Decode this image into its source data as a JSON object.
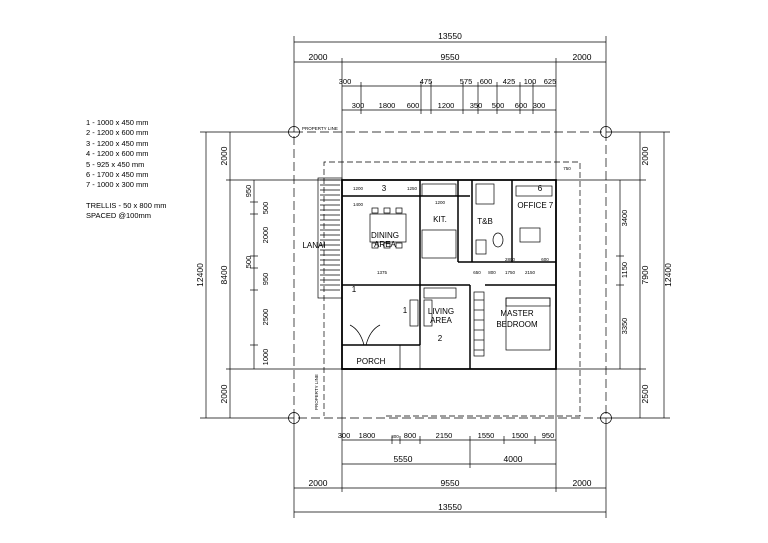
{
  "legend": {
    "windows": [
      "1 - 1000 x 450 mm",
      "2 - 1200 x 600 mm",
      "3 - 1200 x 450 mm",
      "4 - 1200 x 600 mm",
      "5 - 925 x 450 mm",
      "6 - 1700 x 450 mm",
      "7 - 1000 x 300 mm"
    ],
    "trellis_line1": "TRELLIS - 50 x 800 mm",
    "trellis_line2": "SPACED @100mm"
  },
  "property_line": "PROPERTY LINE",
  "rooms": {
    "dining": [
      "DINING",
      "AREA"
    ],
    "kitchen": "KIT.",
    "tb": "T&B",
    "office": "OFFICE",
    "lanai": "LANAI",
    "living": [
      "LIVING",
      "AREA"
    ],
    "master": [
      "MASTER",
      "BEDROOM"
    ],
    "porch": "PORCH"
  },
  "window_tags": {
    "w3": "3",
    "w6": "6",
    "w7": "7",
    "w1a": "1",
    "w1b": "1",
    "w2": "2"
  },
  "dimensions": {
    "top_overall": "13550",
    "top_row1": [
      "2000",
      "9550",
      "2000"
    ],
    "top_row2": [
      "300",
      "475",
      "575",
      "600",
      "425",
      "100",
      "625"
    ],
    "top_row3": [
      "300",
      "1800",
      "600",
      "1200",
      "350",
      "500",
      "600",
      "300"
    ],
    "bottom_row1": [
      "300",
      "1800",
      "300",
      "800",
      "2150",
      "1550",
      "1500",
      "950"
    ],
    "bottom_row2": [
      "5550",
      "4000"
    ],
    "bottom_row3": [
      "2000",
      "9550",
      "2000"
    ],
    "bottom_overall": "13550",
    "left_overall": "12400",
    "left_row1": [
      "2000",
      "8400",
      "2000"
    ],
    "left_row2": [
      "950",
      "500",
      "2000",
      "500",
      "950",
      "2500",
      "1000"
    ],
    "right_overall": "12400",
    "right_row1": [
      "2000",
      "7900",
      "2500"
    ],
    "right_row2": [
      "3400",
      "1150",
      "3350"
    ]
  },
  "inner_labels": [
    "1200",
    "1200",
    "1400",
    "1250",
    "1375",
    "2800",
    "1750",
    "2150",
    "650",
    "800",
    "600",
    "750"
  ]
}
